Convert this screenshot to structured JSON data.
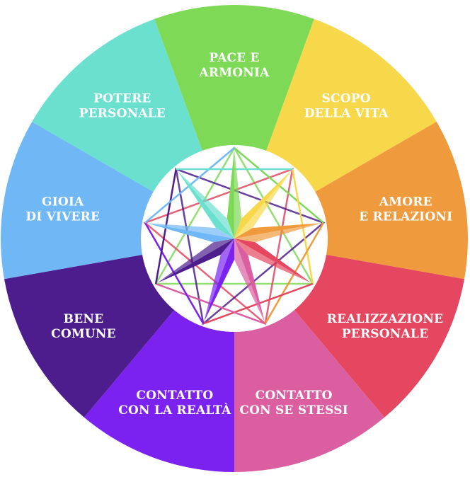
{
  "diagram": {
    "segments": [
      {
        "id": "pace-armonia",
        "lines": [
          "PACE E",
          "ARMONIA"
        ],
        "color": "#7ED957"
      },
      {
        "id": "scopo-vita",
        "lines": [
          "SCOPO",
          "DELLA VITA"
        ],
        "color": "#F7D84A"
      },
      {
        "id": "amore-relazioni",
        "lines": [
          "AMORE",
          "E RELAZIONI"
        ],
        "color": "#F09A3E"
      },
      {
        "id": "realizzazione-personale",
        "lines": [
          "REALIZZAZIONE",
          "PERSONALE"
        ],
        "color": "#E4475F"
      },
      {
        "id": "contatto-se-stessi",
        "lines": [
          "CONTATTO",
          "CON SE STESSI"
        ],
        "color": "#DB5FA0"
      },
      {
        "id": "contatto-realta",
        "lines": [
          "CONTATTO",
          "CON LA REALTÀ"
        ],
        "color": "#7B22F0"
      },
      {
        "id": "bene-comune",
        "lines": [
          "BENE",
          "COMUNE"
        ],
        "color": "#4D1D8E"
      },
      {
        "id": "gioia-vivere",
        "lines": [
          "GIOIA",
          "DI VIVERE"
        ],
        "color": "#6FB8F5"
      },
      {
        "id": "potere-personale",
        "lines": [
          "POTERE",
          "PERSONALE"
        ],
        "color": "#6BE0CF"
      }
    ],
    "center_emblem": {
      "type": "nine-pointed-star",
      "description_colors_match_segments": true
    }
  }
}
